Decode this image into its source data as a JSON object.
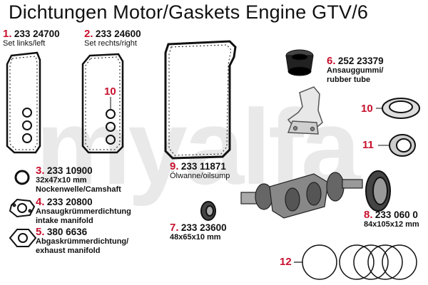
{
  "title": "Dichtungen Motor/Gaskets Engine GTV/6",
  "watermark": "myalfa",
  "parts": [
    {
      "num": "1.",
      "pn": "233 24700",
      "desc": [
        "Set links/left"
      ]
    },
    {
      "num": "2.",
      "pn": "233 24600",
      "desc": [
        "Set rechts/right"
      ]
    },
    {
      "num": "3.",
      "pn": "233 10900",
      "desc": [
        "32x47x10 mm",
        "Nockenwelle/Camshaft"
      ]
    },
    {
      "num": "4.",
      "pn": "233 20800",
      "desc": [
        "Ansaugkrümmerdichtung",
        "intake manifold"
      ]
    },
    {
      "num": "5.",
      "pn": "380 6636",
      "desc": [
        "Abgaskrümmerdichtung/",
        "exhaust manifold"
      ]
    },
    {
      "num": "6.",
      "pn": "252 23379",
      "desc": [
        "Ansauggummi/",
        "rubber tube"
      ]
    },
    {
      "num": "7.",
      "pn": "233 23600",
      "desc": [
        "48x65x10 mm"
      ]
    },
    {
      "num": "8.",
      "pn": "233 060 0",
      "desc": [
        "84x105x12 mm"
      ]
    },
    {
      "num": "9.",
      "pn": "233 11871",
      "desc": [
        "Ölwanne/oilsump"
      ]
    }
  ],
  "callouts": [
    "10",
    "10",
    "11",
    "12"
  ],
  "colors": {
    "accent": "#c8102e",
    "line": "#111111",
    "watermark": "#e9e9e9"
  }
}
